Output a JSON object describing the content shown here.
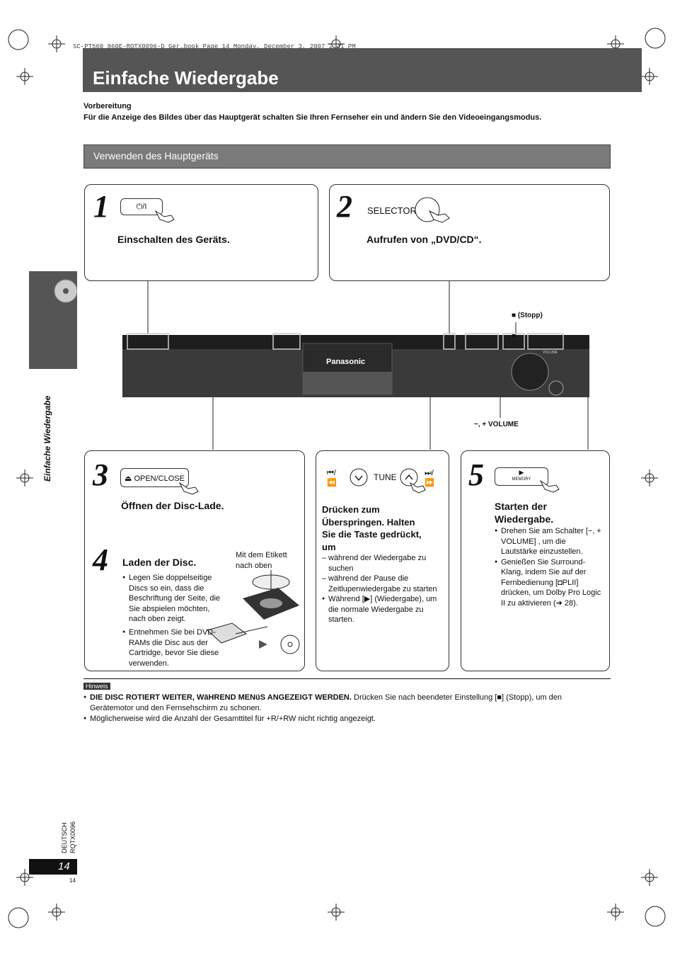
{
  "print_line": "SC-PT560_860E-RQTX0096-D_Ger.book  Page 14  Monday, December 3, 2007  2:41 PM",
  "header": {
    "title": "Einfache Wiedergabe"
  },
  "preparation": {
    "label": "Vorbereitung",
    "text": "Für die Anzeige des Bildes über das Hauptgerät schalten Sie Ihren Fernseher ein und ändern Sie den Videoeingangsmodus."
  },
  "section": {
    "title": "Verwenden des Hauptgeräts"
  },
  "steps": {
    "s1": {
      "num": "1",
      "button": "⏻/I",
      "text": "Einschalten des Geräts."
    },
    "s2": {
      "num": "2",
      "button": "SELECTOR",
      "text": "Aufrufen von „DVD/CD“."
    },
    "s3": {
      "num": "3",
      "button": "OPEN/CLOSE",
      "text": "Öffnen der Disc-Lade."
    },
    "s4": {
      "num": "4",
      "text": "Laden der Disc.",
      "label_caption": "Mit dem Etikett nach oben",
      "bullets": [
        "Legen Sie doppelseitige Discs so ein, dass die Beschriftung der Seite, die Sie abspielen möchten, nach oben zeigt.",
        "Entnehmen Sie bei DVD-RAMs die Disc aus der Cartridge, bevor Sie diese verwenden."
      ]
    },
    "skip": {
      "left_symbol": "⏮/⏪",
      "tune": "TUNE",
      "right_symbol": "⏭/⏩",
      "heading": "Drücken zum Überspringen. Halten Sie die Taste gedrückt, um",
      "dashes": [
        "während der Wiedergabe zu suchen",
        "während der Pause die Zeitlupenwiedergabe zu starten"
      ],
      "bullets": [
        "Während [▶] (Wiedergabe), um die normale Wiedergabe zu starten."
      ]
    },
    "s5": {
      "num": "5",
      "button_symbol": "▶",
      "button_sub": "MEMORY",
      "text": "Starten der Wiedergabe.",
      "bullets": [
        "Drehen Sie am Schalter [−, + VOLUME] , um die Lautstärke einzustellen.",
        "Genießen Sie Surround-Klang, indem Sie auf der Fernbedienung [◘PLII] drücken, um Dolby Pro Logic II zu aktivieren (➜ 28)."
      ]
    }
  },
  "device": {
    "brand": "Panasonic",
    "stop_label": "■ (Stopp)",
    "volume_label": "−, + VOLUME",
    "volume_print": "VOLUME"
  },
  "hinweis": {
    "label": "Hinweis",
    "notes": [
      {
        "bold": "DIE DISC ROTIERT WEITER, WäHREND MENüS ANGEZEIGT WERDEN.",
        "text": " Drücken Sie nach beendeter Einstellung [■] (Stopp), um den Gerätemotor und den Fernsehschirm zu schonen."
      },
      {
        "bold": "",
        "text": "Möglicherweise wird die Anzahl der Gesamttitel für +R/+RW nicht richtig angezeigt."
      }
    ]
  },
  "side_tab": {
    "text": "Einfache Wiedergabe"
  },
  "footer": {
    "lang": "DEUTSCH",
    "code": "RQTX0096",
    "page": "14",
    "page_small": "14"
  }
}
